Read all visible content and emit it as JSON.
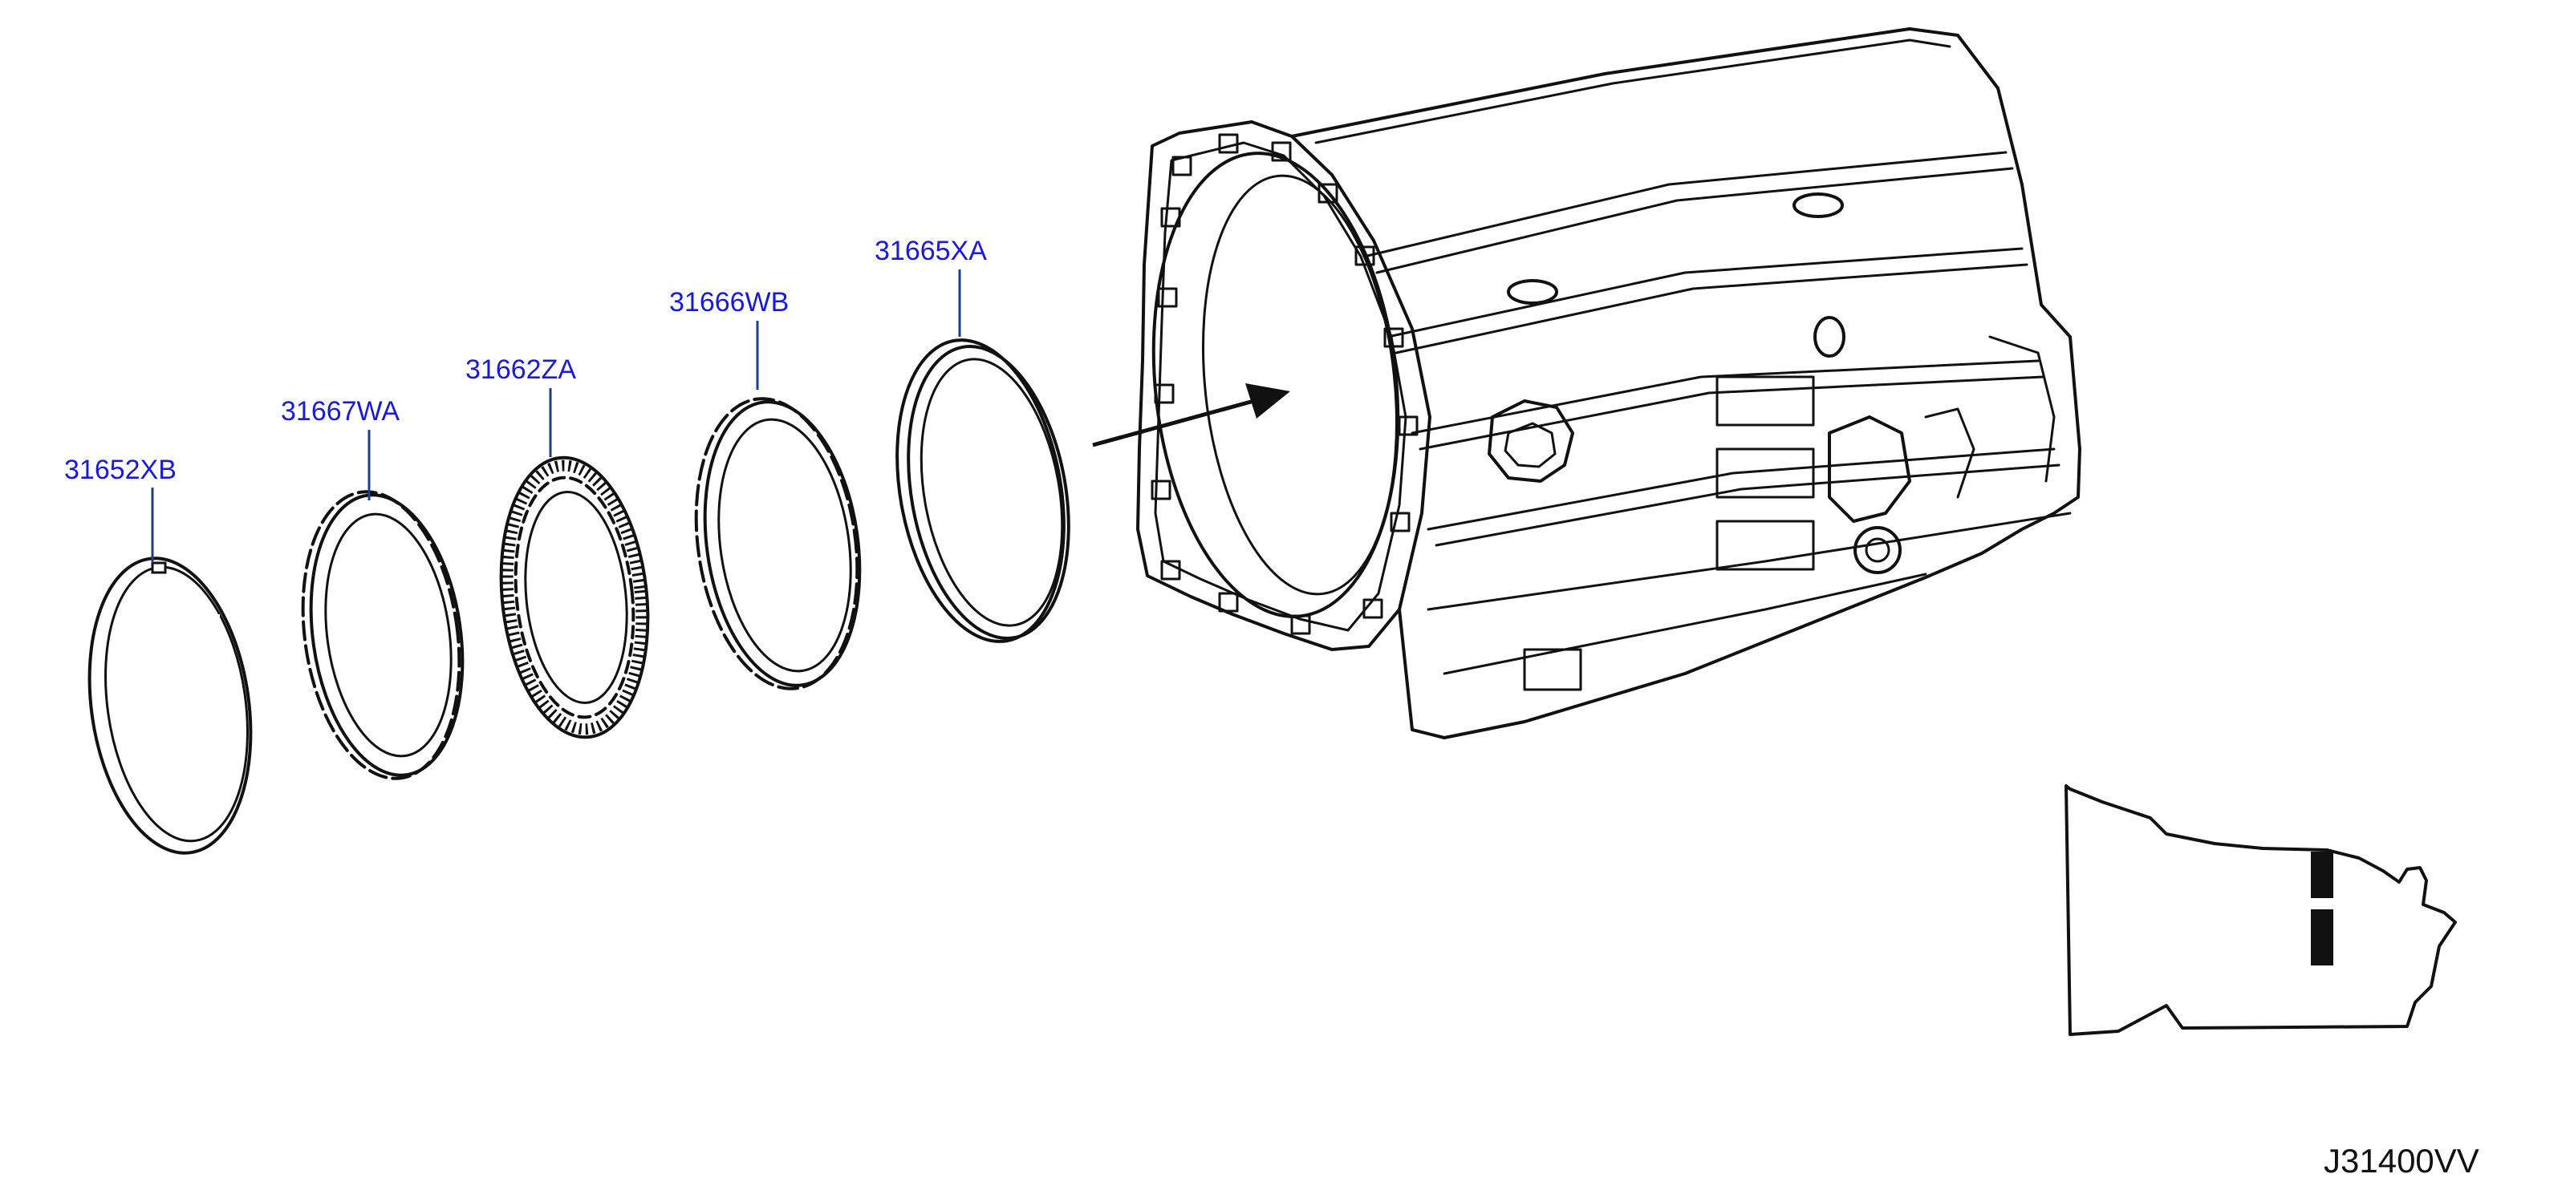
{
  "colors": {
    "label": "#1a1adb",
    "leader": "#1b3f8c",
    "ink": "#111111",
    "background": "#ffffff"
  },
  "parts": [
    {
      "id": "snap-ring",
      "label": "31652XB"
    },
    {
      "id": "outer-toothed-plate",
      "label": "31667WA"
    },
    {
      "id": "friction-plate",
      "label": "31662ZA"
    },
    {
      "id": "outer-plate",
      "label": "31666WB"
    },
    {
      "id": "retaining-plate",
      "label": "31665XA"
    }
  ],
  "drawing_code": "J31400VV",
  "icons": {
    "assembly": "transmission-case-icon",
    "locator": "locator-inset-icon",
    "direction": "installation-arrow-icon"
  }
}
